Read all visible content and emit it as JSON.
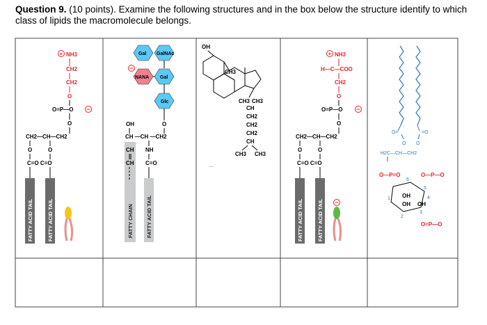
{
  "question": {
    "number": "Question 9.",
    "points": "(10 points).",
    "text": "Examine the following structures and in the box below the structure identify to which class of lipids the macromolecule belongs."
  },
  "structures": {
    "s1": {
      "nh3": "NH3",
      "ch2a": "CH2",
      "ch2b": "CH2",
      "o1": "O",
      "p": "O=P—O",
      "o2": "O",
      "backbone": "CH2—CH—CH2",
      "oa": "O",
      "ob": "O",
      "carbonyl": "C=O C=O",
      "tail1": "FATTY ACID TAIL",
      "tail2": "FATTY ACID TAIL"
    },
    "s2": {
      "gal1": "Gal",
      "galnac": "GalNAc",
      "nana": "NANA",
      "gal2": "Gal",
      "glc": "Glc",
      "oh": "OH",
      "backbone": "CH —CH —CH2",
      "ch1": "CH",
      "nh": "NH",
      "ch2": "CH",
      "co": "C=O",
      "o": "O",
      "chain": "FATTY CHAIN",
      "tail": "FATTY ACID TAIL"
    },
    "s3": {
      "oh": "OH",
      "ch3a": "CH3",
      "ch3b": "CH3",
      "ch3c": "CH3",
      "ch": "CH",
      "ch2a": "CH2",
      "ch2b": "CH2",
      "ch2c": "CH2",
      "ch2": "CH",
      "ch3d": "CH3",
      "ch3e": "CH3"
    },
    "s4": {
      "nh3": "NH3",
      "hc": "H—C—COO",
      "ch2": "CH2",
      "o1": "O",
      "p": "O=P—O",
      "o2": "O",
      "backbone": "CH2—CH—CH2",
      "oa": "O",
      "ob": "O",
      "carbonyl": "C=O C=O",
      "tail1": "FATTY ACID TAIL",
      "tail2": "FATTY ACID TAIL"
    },
    "s5": {
      "backbone": "H2C—CH—CH2",
      "po1": "O—P=O",
      "po2": "O—P—O",
      "oh1": "OH",
      "oh2": "OH",
      "oh3": "OH",
      "po3": "O=P—O",
      "n1": "1",
      "n2": "2",
      "n3": "3",
      "n4": "4",
      "n5": "5",
      "n6": "6"
    }
  },
  "answers": [
    "",
    "",
    "",
    "",
    ""
  ]
}
